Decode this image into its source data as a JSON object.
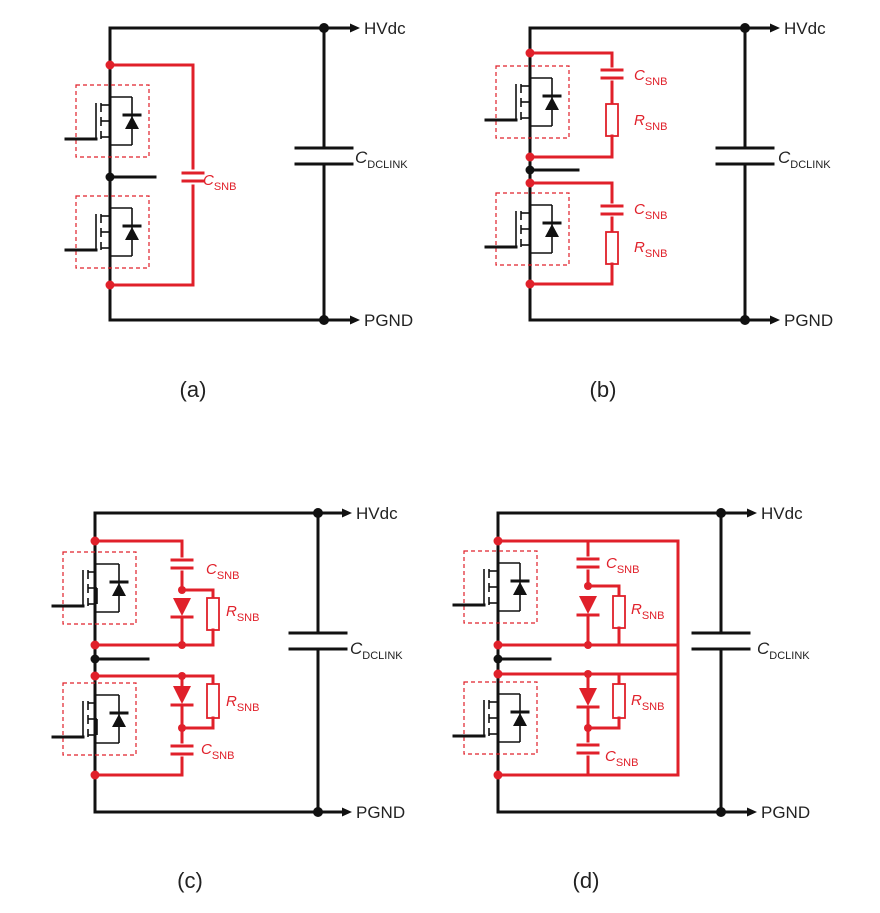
{
  "colors": {
    "snubber": "#e0202a",
    "wire": "#111111"
  },
  "labels": {
    "hvdc": "HVdc",
    "pgnd": "PGND",
    "c_main": "C",
    "c_main_sub": "DCLINK",
    "c_snb": "C",
    "r_snb": "R",
    "snb_sub": "SNB"
  },
  "captions": {
    "a": "(a)",
    "b": "(b)",
    "c": "(c)",
    "d": "(d)"
  }
}
